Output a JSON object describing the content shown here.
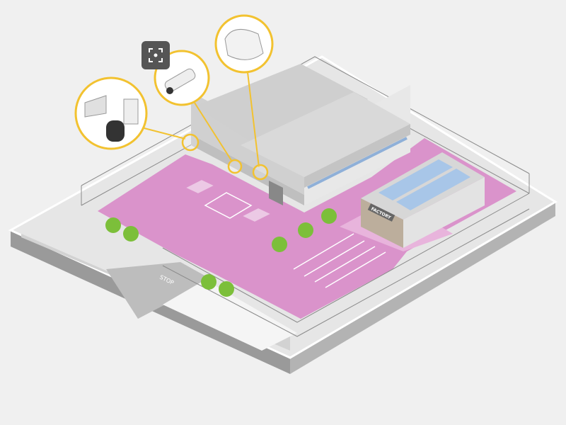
{
  "scene": {
    "building_sign": "FACTORY",
    "road_marking": "STOP",
    "focus_button_icon": "focus-frame-icon",
    "callouts": [
      {
        "device": "horn-speaker-and-ptz-camera",
        "icon": "speaker-ptz-icon"
      },
      {
        "device": "bullet-camera",
        "icon": "bullet-camera-icon"
      },
      {
        "device": "radar-sensor",
        "icon": "radar-icon"
      }
    ]
  },
  "colors": {
    "background": "#f0f0f0",
    "zone": "#d889c8",
    "callout": "#f2c230",
    "building": "#d9d9d9",
    "button": "#555555"
  }
}
